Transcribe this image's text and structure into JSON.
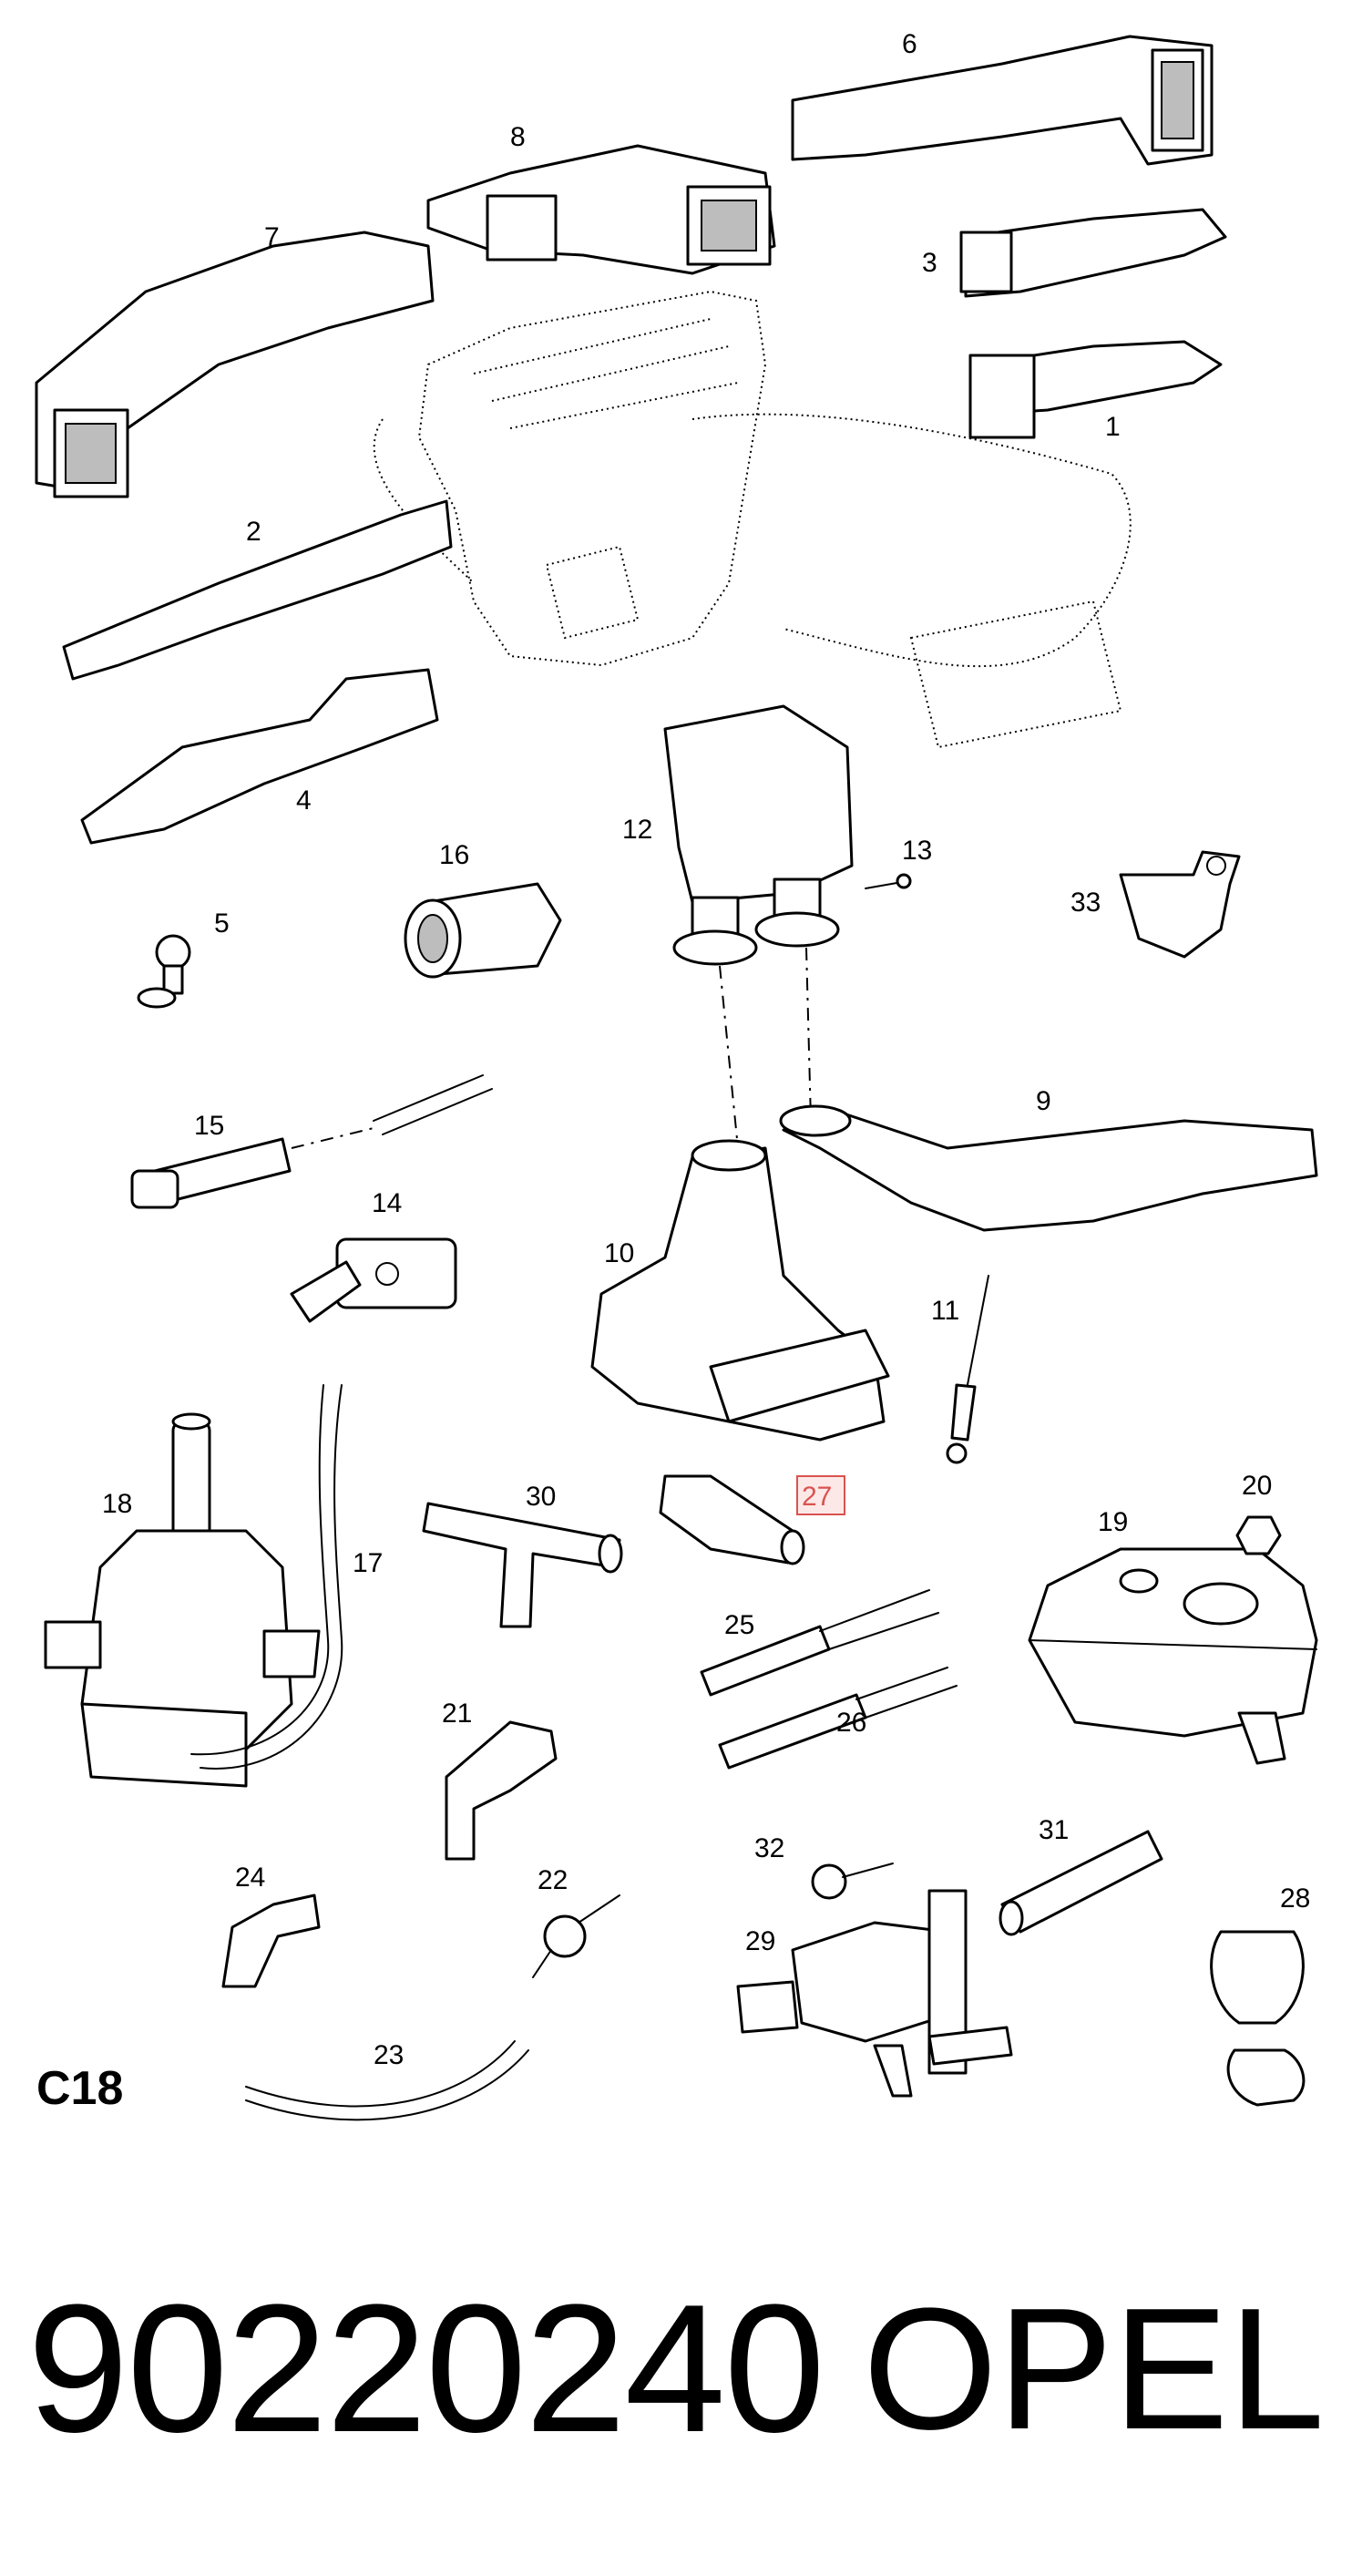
{
  "diagram": {
    "group_label": "C18",
    "highlighted_callout": "27",
    "callouts": [
      "1",
      "2",
      "3",
      "4",
      "5",
      "6",
      "7",
      "8",
      "9",
      "10",
      "11",
      "12",
      "13",
      "14",
      "15",
      "16",
      "17",
      "18",
      "19",
      "20",
      "21",
      "22",
      "23",
      "24",
      "25",
      "26",
      "27",
      "28",
      "29",
      "30",
      "31",
      "32",
      "33"
    ],
    "highlight_color": "#d9534f"
  },
  "footer": {
    "part_number": "90220240",
    "brand": "OPEL"
  }
}
